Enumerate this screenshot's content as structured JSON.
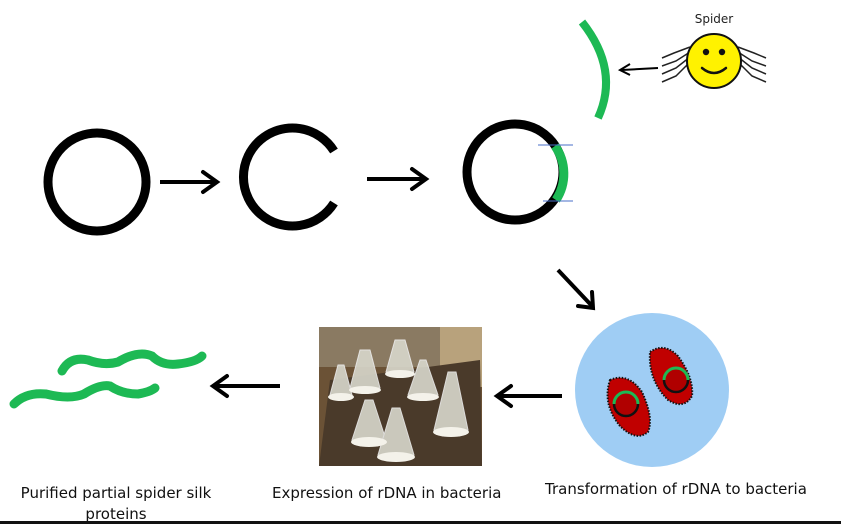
{
  "diagram": {
    "title": "Recombinant spider silk protein production",
    "source": {
      "label": "Spider",
      "icon": "smiley-spider-icon",
      "gene_color": "#1db954"
    },
    "steps": [
      {
        "id": "plasmid",
        "label": "",
        "icon": "plasmid-circle-icon"
      },
      {
        "id": "cut-plasmid",
        "label": "",
        "icon": "cut-plasmid-icon"
      },
      {
        "id": "recombinant-plasmid",
        "label": "",
        "icon": "recombinant-plasmid-icon"
      },
      {
        "id": "transformation",
        "label": "Transformation of rDNA to bacteria",
        "icon": "bacteria-petri-icon"
      },
      {
        "id": "expression",
        "label": "Expression of rDNA in bacteria",
        "icon": "flasks-photo"
      },
      {
        "id": "purified",
        "label_line1": "Purified partial spider silk",
        "label_line2": "proteins",
        "icon": "silk-protein-strands-icon"
      }
    ],
    "colors": {
      "dna_black": "#000000",
      "silk_green": "#1db954",
      "petri_blue": "#9fcdf4",
      "bacteria_red": "#c00000",
      "spider_yellow": "#fff200",
      "marker_blue": "#4a6fc9"
    }
  }
}
